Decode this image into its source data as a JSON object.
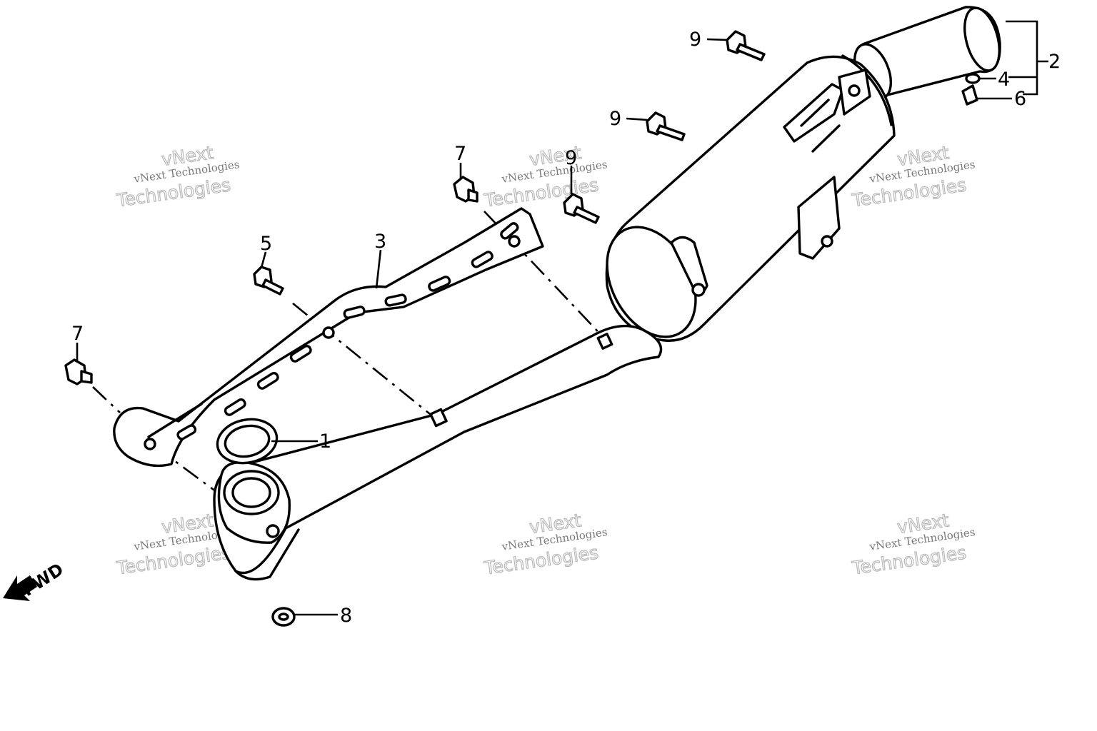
{
  "watermark": {
    "line1": "vNext",
    "line2": "vNext Technologies",
    "line3": "Technologies"
  },
  "fwd_label": "FWD",
  "callouts": {
    "c1": "1",
    "c2": "2",
    "c3": "3",
    "c4": "4",
    "c5": "5",
    "c6": "6",
    "c7a": "7",
    "c7b": "7",
    "c8": "8",
    "c9a": "9",
    "c9b": "9",
    "c9c": "9"
  }
}
